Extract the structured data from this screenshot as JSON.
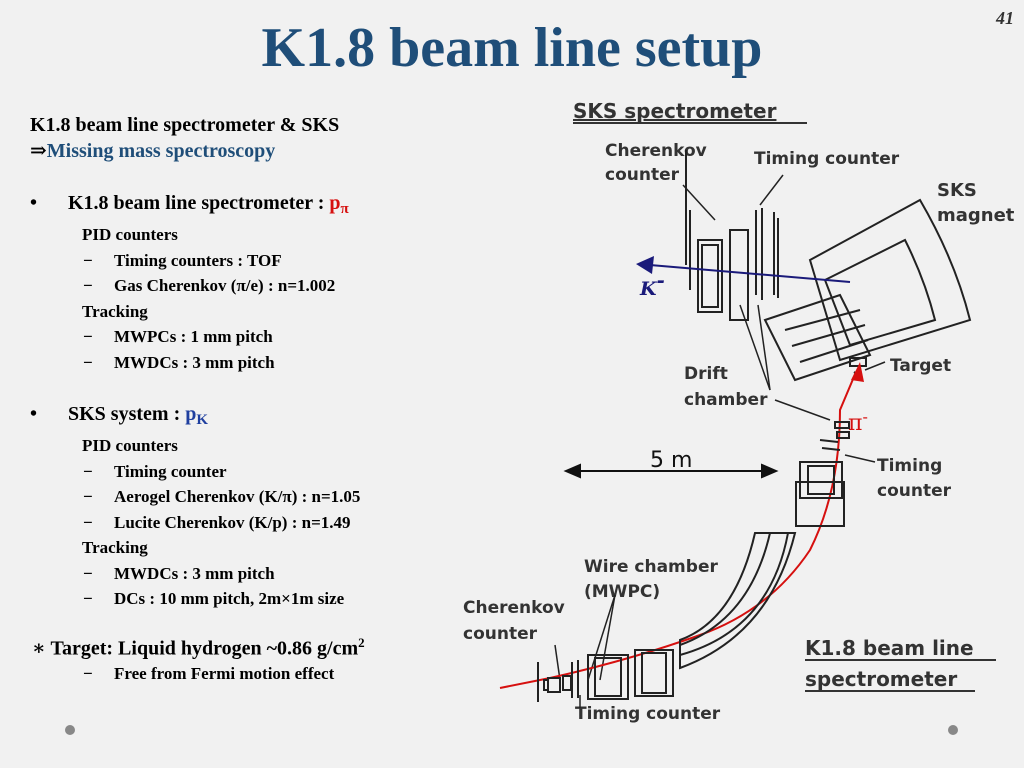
{
  "page_number": "41",
  "title": "K1.8 beam line setup",
  "intro": {
    "line1": "K1.8 beam line spectrometer & SKS",
    "arrow": "⇒",
    "line2": "Missing mass spectroscopy"
  },
  "bullets": [
    {
      "heading": "K1.8 beam line spectrometer : ",
      "momentum": "p",
      "momentum_sub": "π",
      "momentum_color": "#d6100f",
      "groups": [
        {
          "title": "PID counters",
          "items": [
            "Timing counters : TOF",
            "Gas Cherenkov (π/e) : n=1.002"
          ]
        },
        {
          "title": "Tracking",
          "items": [
            "MWPCs : 1 mm pitch",
            "MWDCs : 3 mm pitch"
          ]
        }
      ]
    },
    {
      "heading": "SKS system : ",
      "momentum": "p",
      "momentum_sub": "K",
      "momentum_color": "#1f3f9f",
      "groups": [
        {
          "title": "PID counters",
          "items": [
            "Timing counter",
            "Aerogel Cherenkov (K/π) : n=1.05",
            "Lucite Cherenkov (K/p) : n=1.49"
          ]
        },
        {
          "title": "Tracking",
          "items": [
            "MWDCs : 3 mm pitch",
            "DCs : 10 mm pitch,  2m×1m size"
          ]
        }
      ]
    }
  ],
  "target": {
    "symbol": "∗",
    "text": "Target: Liquid hydrogen ~0.86 g/cm",
    "superscript": "2",
    "item": "Free from Fermi motion effect"
  },
  "dash_symbol": "−",
  "bullet_symbol": "•",
  "diagram": {
    "sks_title": "SKS spectrometer",
    "cherenkov_top_1": "Cherenkov",
    "cherenkov_top_2": "counter",
    "timing_counter_top": "Timing counter",
    "sks_magnet_1": "SKS",
    "sks_magnet_2": "magnet",
    "kaon_label": "K",
    "kaon_sup": "-",
    "target_label": "Target",
    "drift_chamber_1": "Drift",
    "drift_chamber_2": "chamber",
    "pion_label": "π",
    "pion_sup": "-",
    "scale_label": "5 m",
    "timing_counter_mid_1": "Timing",
    "timing_counter_mid_2": "counter",
    "wire_chamber_1": "Wire chamber",
    "wire_chamber_2": "(MWPC)",
    "cherenkov_bottom_1": "Cherenkov",
    "cherenkov_bottom_2": "counter",
    "beamline_title_1": "K1.8 beam line",
    "beamline_title_2": "spectrometer",
    "timing_counter_bottom": "Timing counter",
    "kaon_color": "#1a1a7a",
    "pion_color": "#d6100f"
  }
}
